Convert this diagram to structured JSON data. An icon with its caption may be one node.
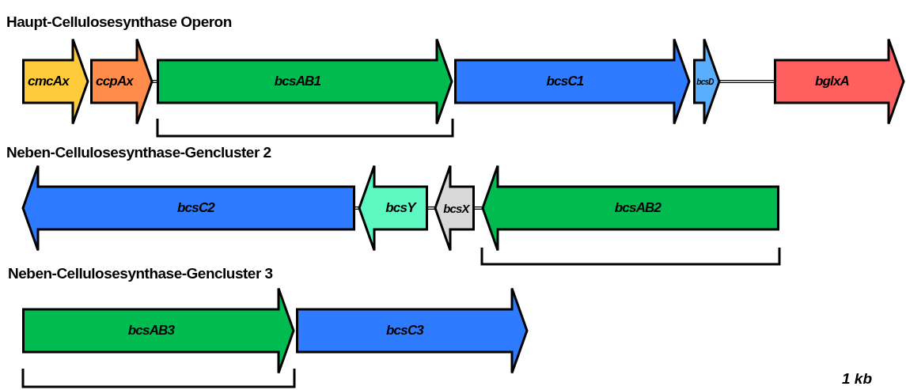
{
  "diagram": {
    "nodes": [
      {
        "text": [
          "cmcAx"
        ]
      },
      {
        "text": [
          "ccpAx"
        ]
      },
      {
        "text": [
          "bcsAB1"
        ]
      },
      {
        "text": [
          "bcsC1"
        ]
      },
      {
        "text": [
          "bcsD"
        ]
      },
      {
        "text": [
          "bglxA"
        ]
      },
      {
        "text": [
          "bcsC2"
        ]
      },
      {
        "text": [
          "bcsY"
        ]
      },
      {
        "text": [
          "bcsX"
        ]
      },
      {
        "text": [
          "bcsAB2"
        ]
      },
      {
        "text": [
          "bcsAB3"
        ]
      },
      {
        "text": [
          "bcsC3"
        ]
      }
    ],
    "edges": [
      {
        "from": 1,
        "to": 2,
        "arrow": "none"
      },
      {
        "from": 4,
        "to": 5,
        "arrow": "none"
      },
      {
        "from": 6,
        "to": 7,
        "arrow": "none"
      },
      {
        "from": 7,
        "to": 8,
        "arrow": "none"
      },
      {
        "from": 8,
        "to": 9,
        "arrow": "none"
      }
    ],
    "labels": [
      "Haupt-Cellulosesynthase Operon",
      "Neben-Cellulosesynthase-Gencluster 2",
      "Neben-Cellulosesynthase-Gencluster 3",
      "1 kb"
    ]
  }
}
